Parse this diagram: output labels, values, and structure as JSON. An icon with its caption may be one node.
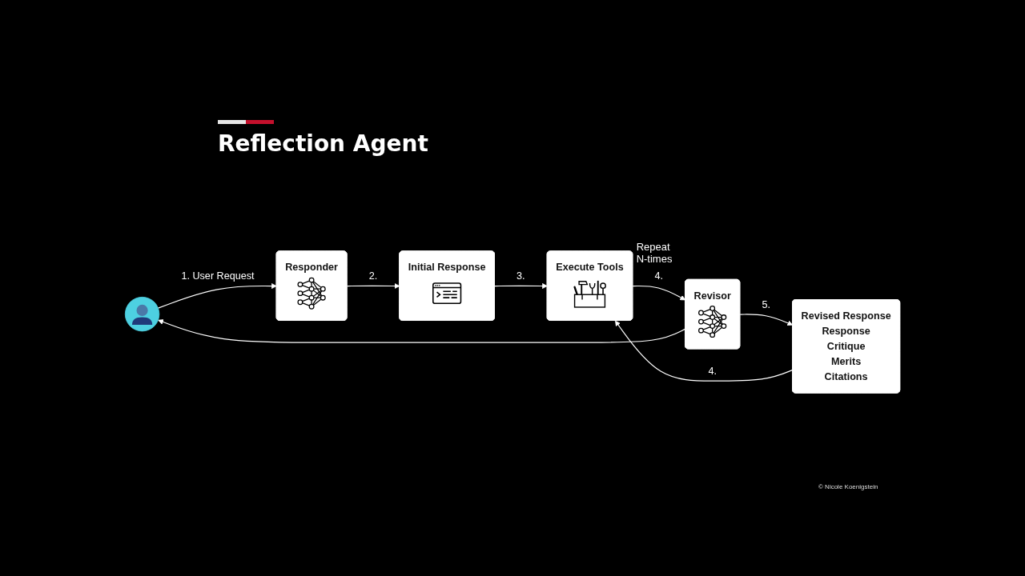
{
  "diagram": {
    "title": "Reflection Agent",
    "nodes": [
      {
        "text": [],
        "shape": "person"
      },
      {
        "text": [
          "Responder"
        ]
      },
      {
        "text": [
          "Initial Response"
        ]
      },
      {
        "text": [
          "Execute Tools"
        ]
      },
      {
        "text": [
          "Revisor"
        ]
      },
      {
        "text": [
          "Revised Response",
          "Response",
          "Critique",
          "Merits",
          "Citations"
        ]
      }
    ],
    "edges": [
      {
        "from": 0,
        "to": 1,
        "arrow": "to",
        "label": "1. User Request"
      },
      {
        "from": 1,
        "to": 2,
        "arrow": "to",
        "label": "2."
      },
      {
        "from": 2,
        "to": 3,
        "arrow": "to",
        "label": "3."
      },
      {
        "from": 3,
        "to": 4,
        "arrow": "to",
        "label": "4."
      },
      {
        "from": 4,
        "to": 5,
        "arrow": "to",
        "label": "5."
      },
      {
        "from": 5,
        "to": 3,
        "arrow": "to",
        "label": "4."
      },
      {
        "from": 4,
        "to": 0,
        "arrow": "to"
      }
    ],
    "labels": [
      "Repeat N-times",
      "© Nicole Koenigstein"
    ]
  }
}
